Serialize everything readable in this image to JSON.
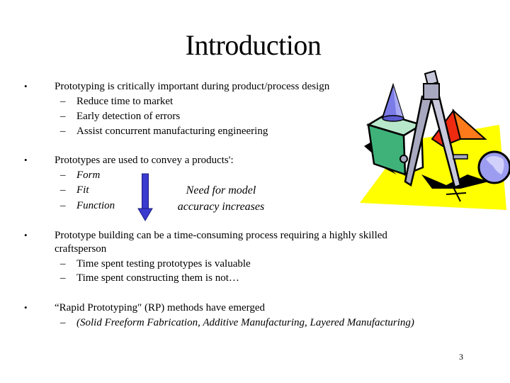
{
  "slide": {
    "title": "Introduction",
    "page_number": "3",
    "bullets": [
      {
        "text": "Prototyping is critically important during product/process design",
        "subitems": [
          "Reduce time to market",
          "Early detection of errors",
          "Assist concurrent manufacturing engineering"
        ]
      },
      {
        "text": "Prototypes are used to convey a products':",
        "subitems": [
          "Form",
          "Fit",
          "Function"
        ]
      },
      {
        "text_line1": "Prototype building can be a time-consuming process requiring a highly skilled",
        "text_line2": "craftsperson",
        "subitems": [
          "Time spent testing prototypes is valuable",
          "Time spent constructing them is not…"
        ]
      },
      {
        "text": "“Rapid Prototyping\" (RP) methods have emerged",
        "subitems": [
          "(Solid Freeform Fabrication, Additive Manufacturing, Layered Manufacturing)"
        ]
      }
    ],
    "accuracy_note": {
      "line1": "Need for model",
      "line2": "accuracy increases"
    },
    "bullet_glyph": "•",
    "dash_glyph": "–",
    "icons": {
      "arrow": "down-arrow-icon",
      "clipart": "geometry-shapes-compass-clipart"
    },
    "colors": {
      "arrow": "#3b3bd0",
      "yellow_mat": "#ffff00",
      "cube_front": "#3fb27a",
      "cube_top": "#b8e8cc",
      "cone": "#7b7be8",
      "pyramid": "#ee2a10",
      "pyramid_light": "#ff7a1a",
      "sphere": "#9c9cf0",
      "compass": "#a8a8c0"
    }
  }
}
